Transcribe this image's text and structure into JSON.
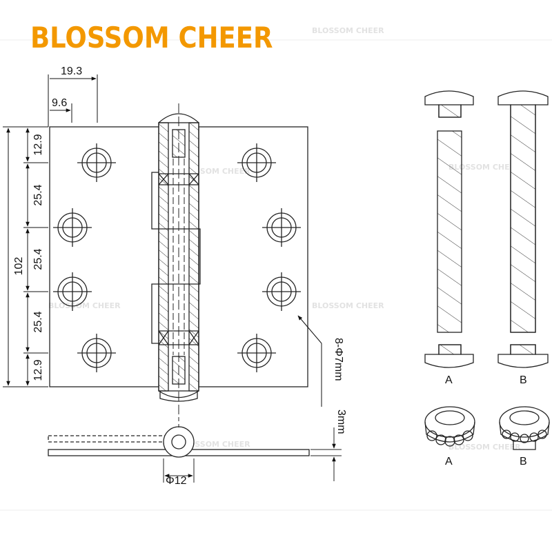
{
  "brand": {
    "name": "BLOSSOM CHEER",
    "color": "#f39800"
  },
  "watermark": "BLOSSOM CHEER",
  "dimensions": {
    "top_width": "19.3",
    "hole_offset": "9.6",
    "total_height": "102",
    "segment_top": "12.9",
    "segment_1": "25.4",
    "segment_2": "25.4",
    "segment_3": "25.4",
    "segment_bottom": "12.9",
    "hole_spec": "8-Φ7mm",
    "thickness": "3mm",
    "pin_diameter": "Φ12"
  },
  "labels": {
    "pin_a": "A",
    "pin_b": "B",
    "washer_a": "A",
    "washer_b": "B"
  },
  "colors": {
    "line": "#222222",
    "accent": "#f39800"
  }
}
